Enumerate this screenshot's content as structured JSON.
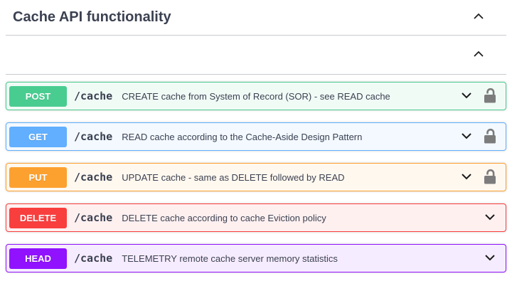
{
  "header": {
    "title": "Cache API functionality",
    "collapse_icon": "chevron-up"
  },
  "subsection": {
    "collapse_icon": "chevron-up"
  },
  "operations": [
    {
      "method": "POST",
      "path": "/cache",
      "description": "CREATE cache from System of Record (SOR) - see READ cache",
      "color": "#49cc90",
      "expand_icon": "chevron-down",
      "auth_icon": "unlock"
    },
    {
      "method": "GET",
      "path": "/cache",
      "description": "READ cache according to the Cache-Aside Design Pattern",
      "color": "#61affe",
      "expand_icon": "chevron-down",
      "auth_icon": "unlock"
    },
    {
      "method": "PUT",
      "path": "/cache",
      "description": "UPDATE cache - same as DELETE followed by READ",
      "color": "#fca130",
      "expand_icon": "chevron-down",
      "auth_icon": "unlock"
    },
    {
      "method": "DELETE",
      "path": "/cache",
      "description": "DELETE cache according to cache Eviction policy",
      "color": "#f93e3e",
      "expand_icon": "chevron-down",
      "auth_icon": null
    },
    {
      "method": "HEAD",
      "path": "/cache",
      "description": "TELEMETRY remote cache server memory statistics",
      "color": "#9012fe",
      "expand_icon": "chevron-down",
      "auth_icon": null
    }
  ],
  "theme": {
    "text_color": "#3b4151",
    "lock_color": "#7c7c7c",
    "chevron_color": "#1b1b1b",
    "divider_color": "#c9cbce"
  }
}
